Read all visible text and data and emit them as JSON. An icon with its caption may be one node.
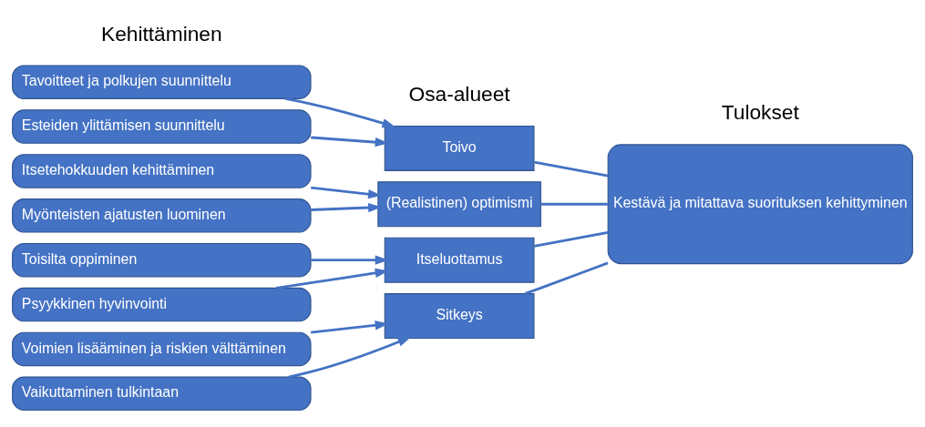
{
  "diagram": {
    "nodes": [
      {
        "text": [
          "Tavoitteet ja polkujen suunnittelu"
        ]
      },
      {
        "text": [
          "Esteiden ylittämisen suunnittelu"
        ]
      },
      {
        "text": [
          "Itsetehokkuuden kehittäminen"
        ]
      },
      {
        "text": [
          "Myönteisten ajatusten luominen"
        ]
      },
      {
        "text": [
          "Toisilta oppiminen"
        ]
      },
      {
        "text": [
          "Psyykkinen hyvinvointi"
        ]
      },
      {
        "text": [
          "Voimien lisääminen ja riskien välttäminen"
        ]
      },
      {
        "text": [
          "Vaikuttaminen tulkintaan"
        ]
      },
      {
        "text": [
          "Toivo"
        ]
      },
      {
        "text": [
          "(Realistinen) optimismi"
        ]
      },
      {
        "text": [
          "Itseluottamus"
        ]
      },
      {
        "text": [
          "Sitkeys"
        ]
      },
      {
        "text": [
          "Kestävä ja mitattava suorituksen kehittyminen"
        ]
      }
    ],
    "edges": [
      {
        "from": 0,
        "to": 8,
        "arrow": "to"
      },
      {
        "from": 1,
        "to": 8,
        "arrow": "to"
      },
      {
        "from": 2,
        "to": 9,
        "arrow": "to"
      },
      {
        "from": 3,
        "to": 9,
        "arrow": "to"
      },
      {
        "from": 4,
        "to": 10,
        "arrow": "to"
      },
      {
        "from": 5,
        "to": 10,
        "arrow": "to"
      },
      {
        "from": 6,
        "to": 11,
        "arrow": "to"
      },
      {
        "from": 7,
        "to": 11,
        "arrow": "to"
      },
      {
        "from": 8,
        "to": 12,
        "arrow": "none"
      },
      {
        "from": 9,
        "to": 12,
        "arrow": "none"
      },
      {
        "from": 10,
        "to": 12,
        "arrow": "none"
      },
      {
        "from": 11,
        "to": 12,
        "arrow": "none"
      }
    ],
    "labels": [
      "Kehittäminen",
      "Osa-alueet",
      "Tulokset"
    ]
  }
}
